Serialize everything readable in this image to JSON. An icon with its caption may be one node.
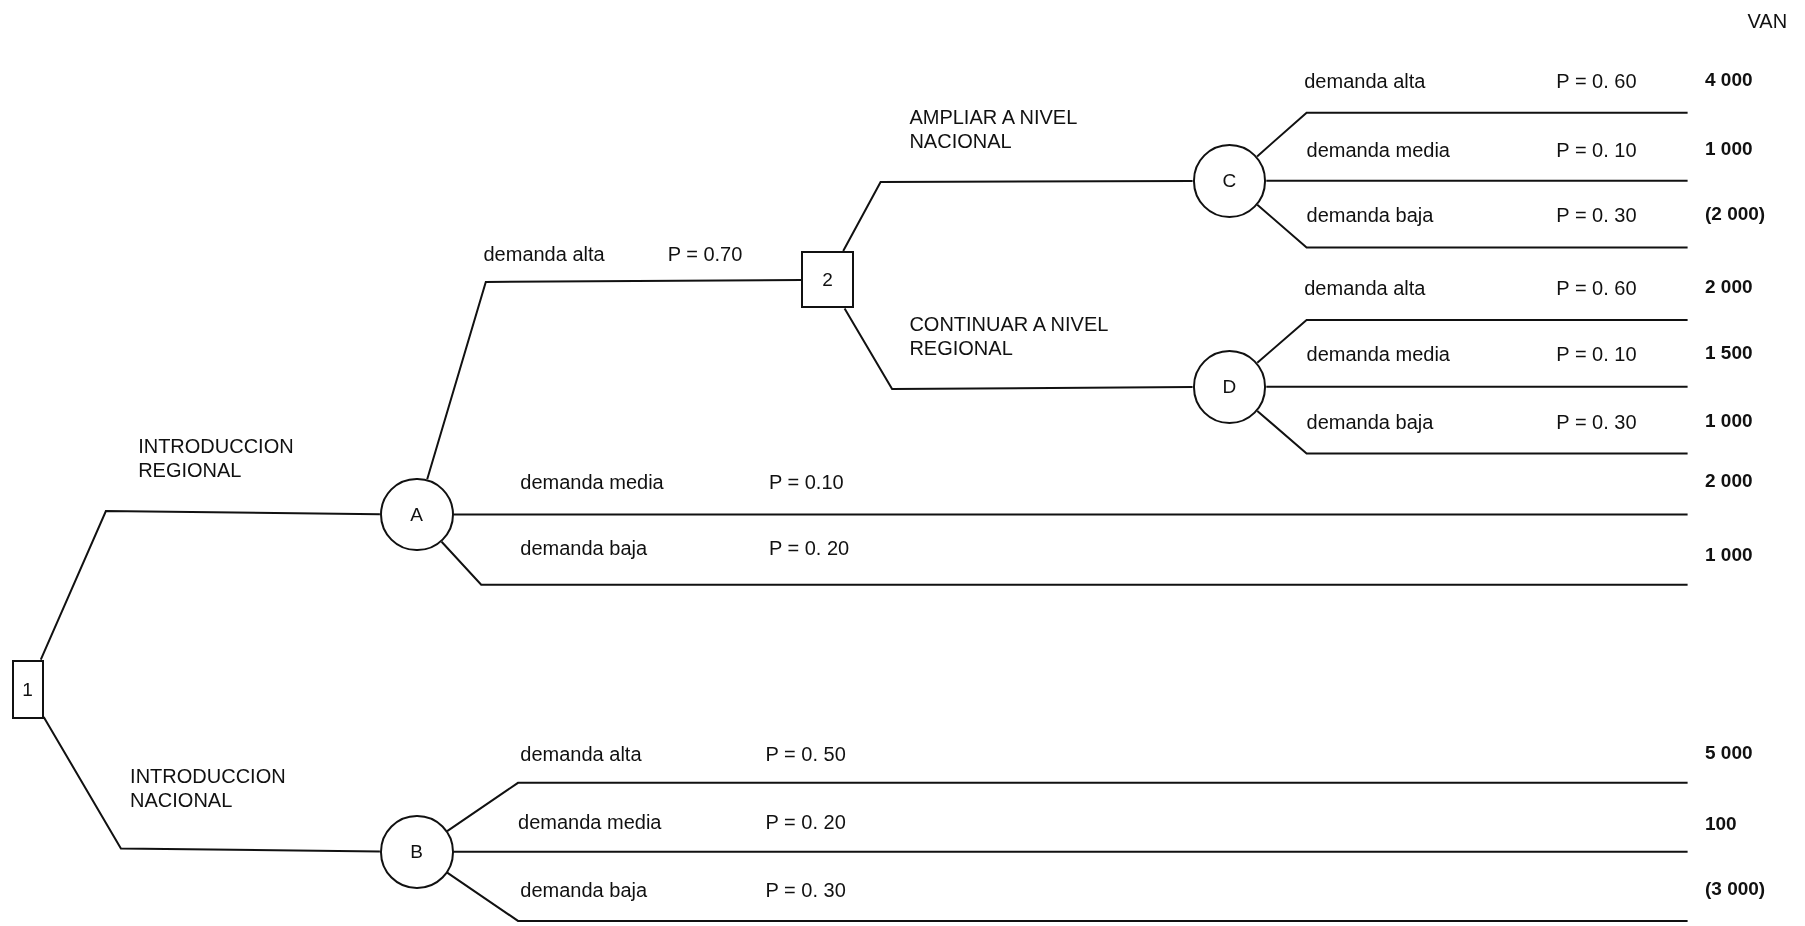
{
  "diagram": {
    "nodes": [
      {
        "text": [
          "1"
        ]
      },
      {
        "text": [
          "A"
        ]
      },
      {
        "text": [
          "2"
        ]
      },
      {
        "text": [
          "C"
        ]
      },
      {
        "text": [
          "D"
        ]
      },
      {
        "text": [
          "B"
        ]
      },
      {
        "text": [
          "4 000"
        ]
      },
      {
        "text": [
          "1 000"
        ]
      },
      {
        "text": [
          "(2 000)"
        ]
      },
      {
        "text": [
          "2 000"
        ]
      },
      {
        "text": [
          "1 500"
        ]
      },
      {
        "text": [
          "1 000"
        ]
      },
      {
        "text": [
          "2 000"
        ]
      },
      {
        "text": [
          "1 000"
        ]
      },
      {
        "text": [
          "5 000"
        ]
      },
      {
        "text": [
          "100"
        ]
      },
      {
        "text": [
          "(3 000)"
        ]
      }
    ],
    "edges": [
      {
        "from": 0,
        "to": 1,
        "arrow": "none",
        "label": "INTRODUCCION REGIONAL"
      },
      {
        "from": 0,
        "to": 5,
        "arrow": "none",
        "label": "INTRODUCCION NACIONAL"
      },
      {
        "from": 1,
        "to": 2,
        "arrow": "none",
        "label": "demanda alta"
      },
      {
        "from": 2,
        "to": 3,
        "arrow": "none",
        "label": "AMPLIAR A NIVEL NACIONAL"
      },
      {
        "from": 2,
        "to": 4,
        "arrow": "none",
        "label": "CONTINUAR A NIVEL REGIONAL"
      },
      {
        "from": 3,
        "to": 6,
        "arrow": "none",
        "label": "demanda alta"
      },
      {
        "from": 3,
        "to": 7,
        "arrow": "none",
        "label": "demanda media"
      },
      {
        "from": 3,
        "to": 8,
        "arrow": "none",
        "label": "demanda baja"
      },
      {
        "from": 4,
        "to": 9,
        "arrow": "none",
        "label": "demanda alta"
      },
      {
        "from": 4,
        "to": 10,
        "arrow": "none",
        "label": "demanda media"
      },
      {
        "from": 4,
        "to": 11,
        "arrow": "none",
        "label": "demanda baja"
      },
      {
        "from": 1,
        "to": 12,
        "arrow": "none",
        "label": "demanda media"
      },
      {
        "from": 1,
        "to": 13,
        "arrow": "none",
        "label": "demanda baja"
      },
      {
        "from": 5,
        "to": 14,
        "arrow": "none",
        "label": "demanda alta"
      },
      {
        "from": 5,
        "to": 15,
        "arrow": "none",
        "label": "demanda media"
      },
      {
        "from": 5,
        "to": 16,
        "arrow": "none",
        "label": "demanda baja"
      }
    ],
    "labels": [
      "VAN",
      "P = 0.70",
      "P = 0. 60",
      "P = 0. 10",
      "P = 0. 30",
      "P = 0. 60",
      "P = 0. 10",
      "P = 0. 30",
      "P = 0.10",
      "P = 0. 20",
      "P = 0. 50",
      "P = 0. 20",
      "P = 0. 30"
    ]
  }
}
